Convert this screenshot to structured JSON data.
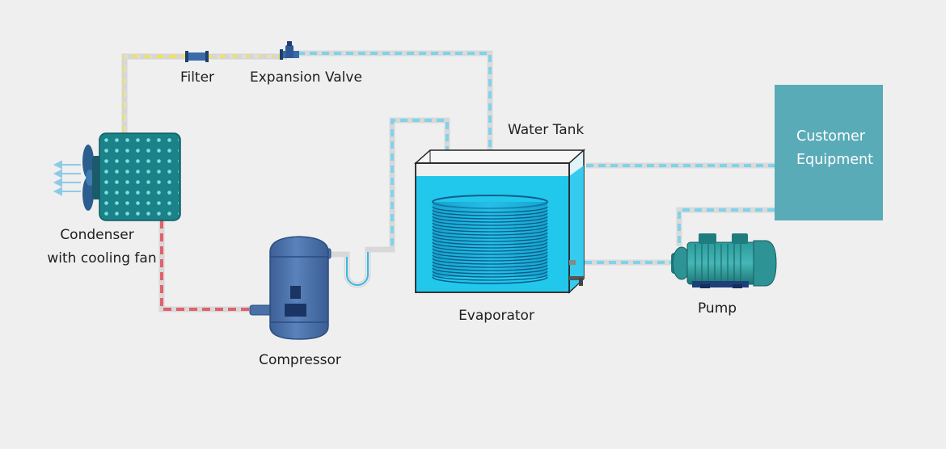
{
  "labels": {
    "filter": "Filter",
    "expansion_valve": "Expansion Valve",
    "water_tank": "Water Tank",
    "condenser_line1": "Condenser",
    "condenser_line2": "with cooling fan",
    "compressor": "Compressor",
    "evaporator": "Evaporator",
    "pump": "Pump",
    "customer_line1": "Customer",
    "customer_line2": "Equipment"
  },
  "colors": {
    "background": "#efefef",
    "refrigerant_hot": "#e0626c",
    "refrigerant_liquid": "#f0e25a",
    "refrigerant_cold": "#7fd3ea",
    "pipe_base": "#dcdcdc",
    "condenser": "#1a8288",
    "compressor": "#4a70a8",
    "water": "#22c6ec",
    "pump": "#268b8c",
    "customer_equipment": "#5aabb8"
  }
}
